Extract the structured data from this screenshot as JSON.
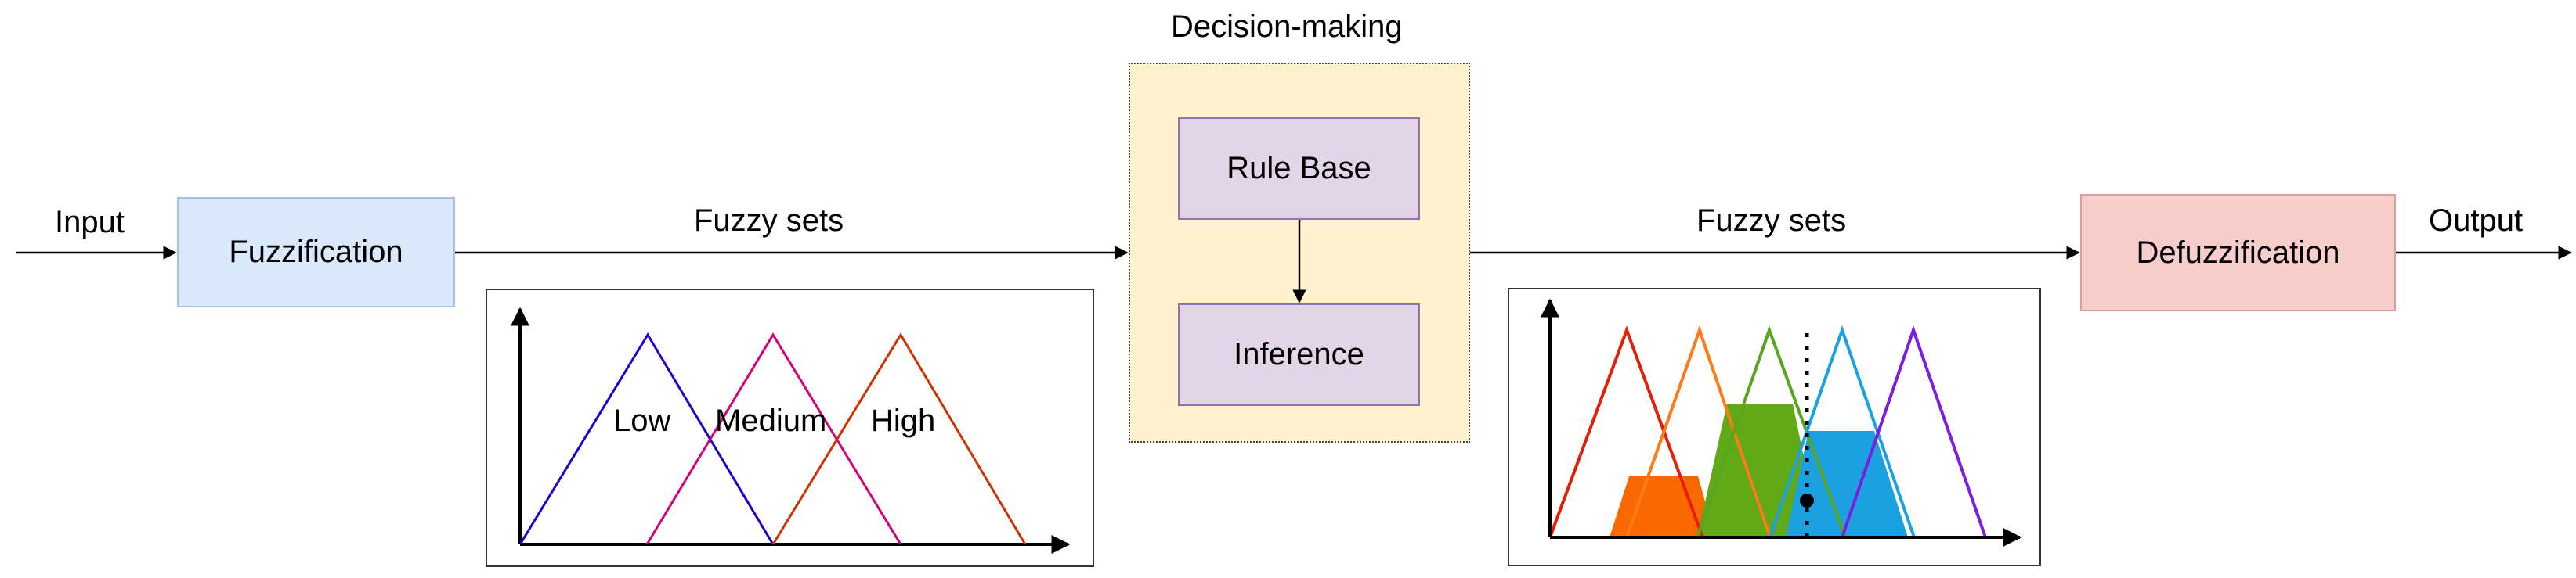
{
  "input_label": "Input",
  "output_label": "Output",
  "fuzzification": "Fuzzification",
  "defuzzification": "Defuzzification",
  "fuzzy_sets_left": "Fuzzy sets",
  "fuzzy_sets_right": "Fuzzy sets",
  "decision_making": {
    "title": "Decision-making",
    "rule_base": "Rule Base",
    "inference": "Inference"
  },
  "membership_plot": {
    "sets": [
      {
        "label": "Low",
        "color": "#1f00cc"
      },
      {
        "label": "Medium",
        "color": "#d4007a"
      },
      {
        "label": "High",
        "color": "#cc3300"
      }
    ]
  },
  "output_plot": {
    "set_colors": [
      "#e0200a",
      "#ff7a1a",
      "#5aa51e",
      "#1ba1e2",
      "#7a1fe0"
    ],
    "fill_colors": [
      "#fa6800",
      "#60a917",
      "#1ba1e2"
    ]
  },
  "colors": {
    "fuzzification_fill": "#dae8fc",
    "defuzzification_fill": "#f8cecc",
    "decision_panel_fill": "#fff2cc",
    "inner_box_fill": "#e1d5e7"
  }
}
